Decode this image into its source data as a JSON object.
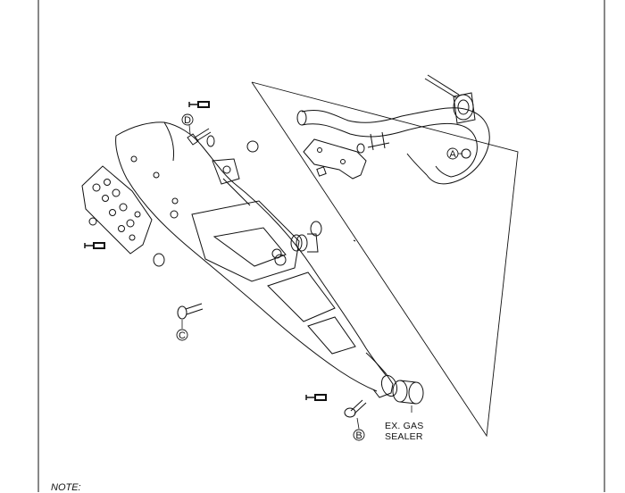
{
  "callouts": {
    "a": "A",
    "b": "B",
    "c": "C",
    "d": "D"
  },
  "labels": {
    "sealer_line1": "EX. GAS",
    "sealer_line2": "SEALER"
  },
  "note": "NOTE:",
  "colors": {
    "line": "#111111",
    "background": "#ffffff"
  },
  "icons": [
    "torque-wrench-icon"
  ]
}
